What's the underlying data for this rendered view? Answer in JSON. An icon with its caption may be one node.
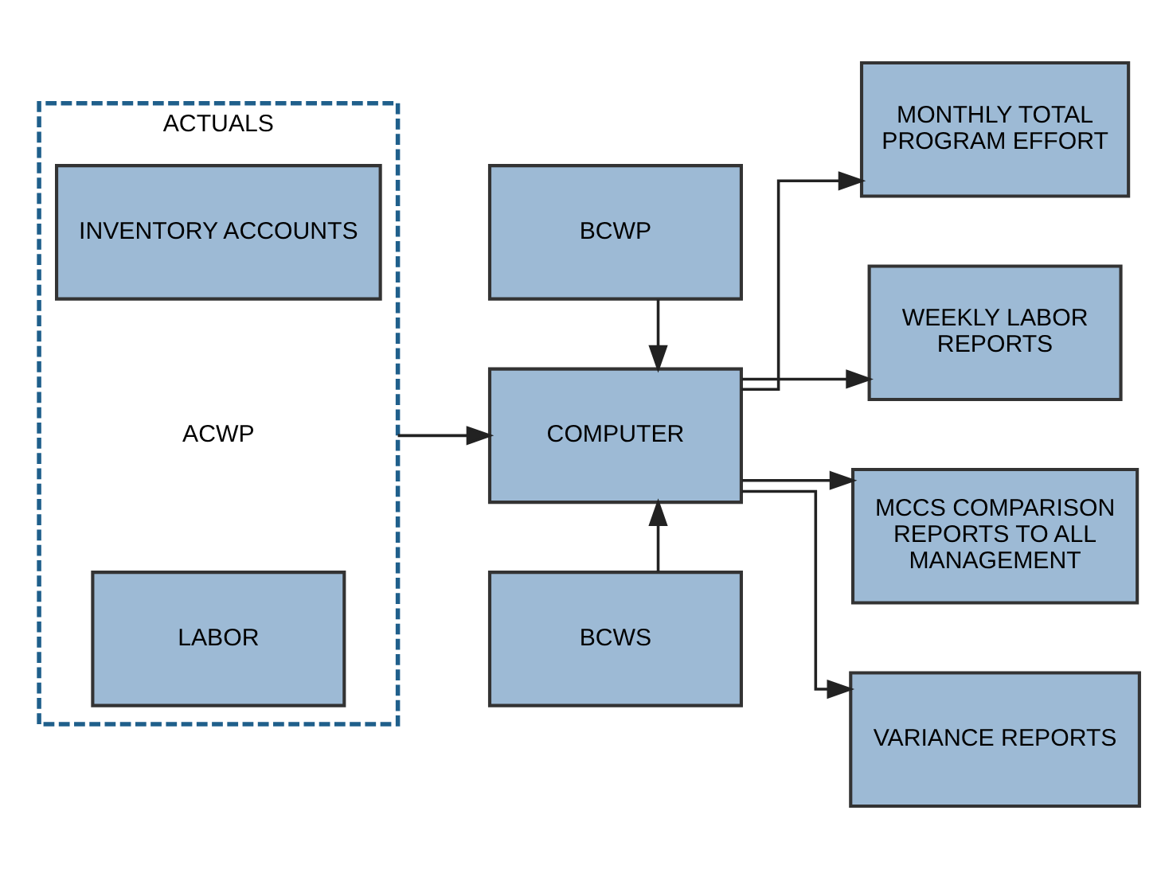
{
  "diagram": {
    "nodes": [
      {
        "text": [
          "ACTUALS",
          "ACWP"
        ]
      },
      {
        "text": [
          "LABOR"
        ],
        "in": 0
      },
      {
        "text": [
          "INVENTORY ACCOUNTS"
        ],
        "in": 0
      },
      {
        "text": [
          "BCWP"
        ]
      },
      {
        "text": [
          "COMPUTER"
        ]
      },
      {
        "text": [
          "BCWS"
        ]
      },
      {
        "text": [
          "MONTHLY TOTAL PROGRAM EFFORT"
        ]
      },
      {
        "text": [
          "WEEKLY LABOR REPORTS"
        ]
      },
      {
        "text": [
          "MCCS COMPARISON REPORTS TO ALL MANAGEMENT"
        ]
      },
      {
        "text": [
          "VARIANCE REPORTS"
        ]
      }
    ],
    "edges": [
      {
        "from": 0,
        "to": 4,
        "arrow": "to"
      },
      {
        "from": 3,
        "to": 4,
        "arrow": "to"
      },
      {
        "from": 5,
        "to": 4,
        "arrow": "to"
      },
      {
        "from": 4,
        "to": 6,
        "arrow": "to"
      },
      {
        "from": 4,
        "to": 7,
        "arrow": "to"
      },
      {
        "from": 4,
        "to": 8,
        "arrow": "to"
      },
      {
        "from": 4,
        "to": 9,
        "arrow": "to"
      }
    ]
  }
}
